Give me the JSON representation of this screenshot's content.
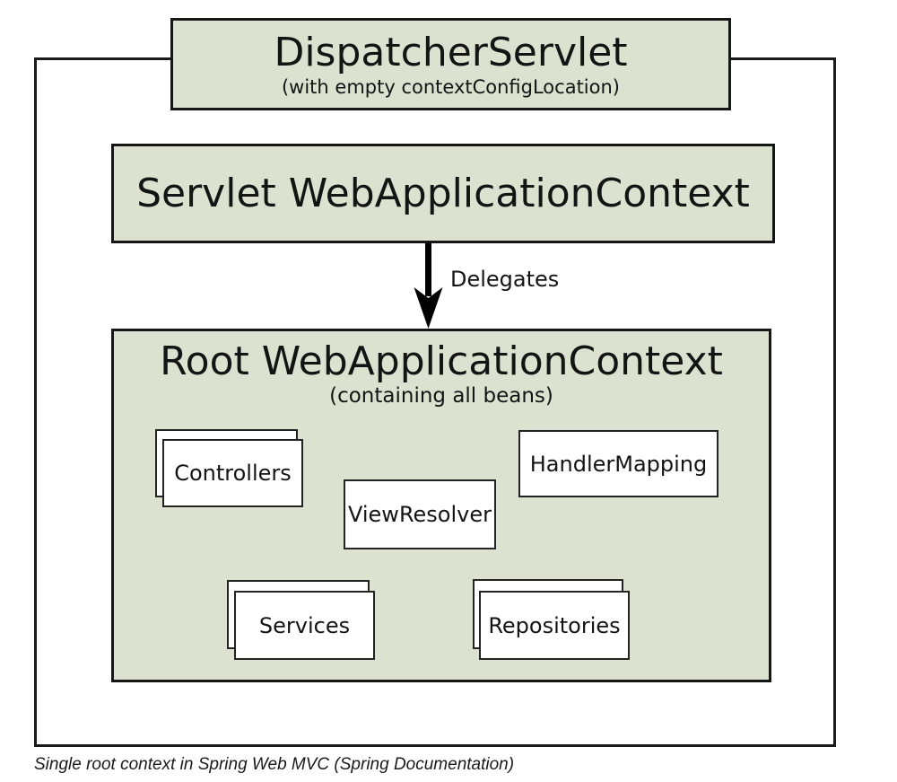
{
  "diagram": {
    "dispatcher": {
      "title": "DispatcherServlet",
      "subtitle": "(with empty contextConfigLocation)"
    },
    "servlet_context": {
      "title": "Servlet WebApplicationContext"
    },
    "arrow_label": "Delegates",
    "root_context": {
      "title": "Root WebApplicationContext",
      "subtitle": "(containing all beans)",
      "beans": [
        {
          "label": "Controllers",
          "stacked": true
        },
        {
          "label": "HandlerMapping",
          "stacked": false
        },
        {
          "label": "ViewResolver",
          "stacked": false
        },
        {
          "label": "Services",
          "stacked": true
        },
        {
          "label": "Repositories",
          "stacked": true
        }
      ]
    }
  },
  "caption": "Single root context in Spring Web MVC (Spring Documentation)",
  "colors": {
    "context_box_fill": "#dde2d0",
    "box_border": "#1a1a1a",
    "bean_box_fill": "#ffffff",
    "arrow": "#000000",
    "background": "#ffffff"
  }
}
